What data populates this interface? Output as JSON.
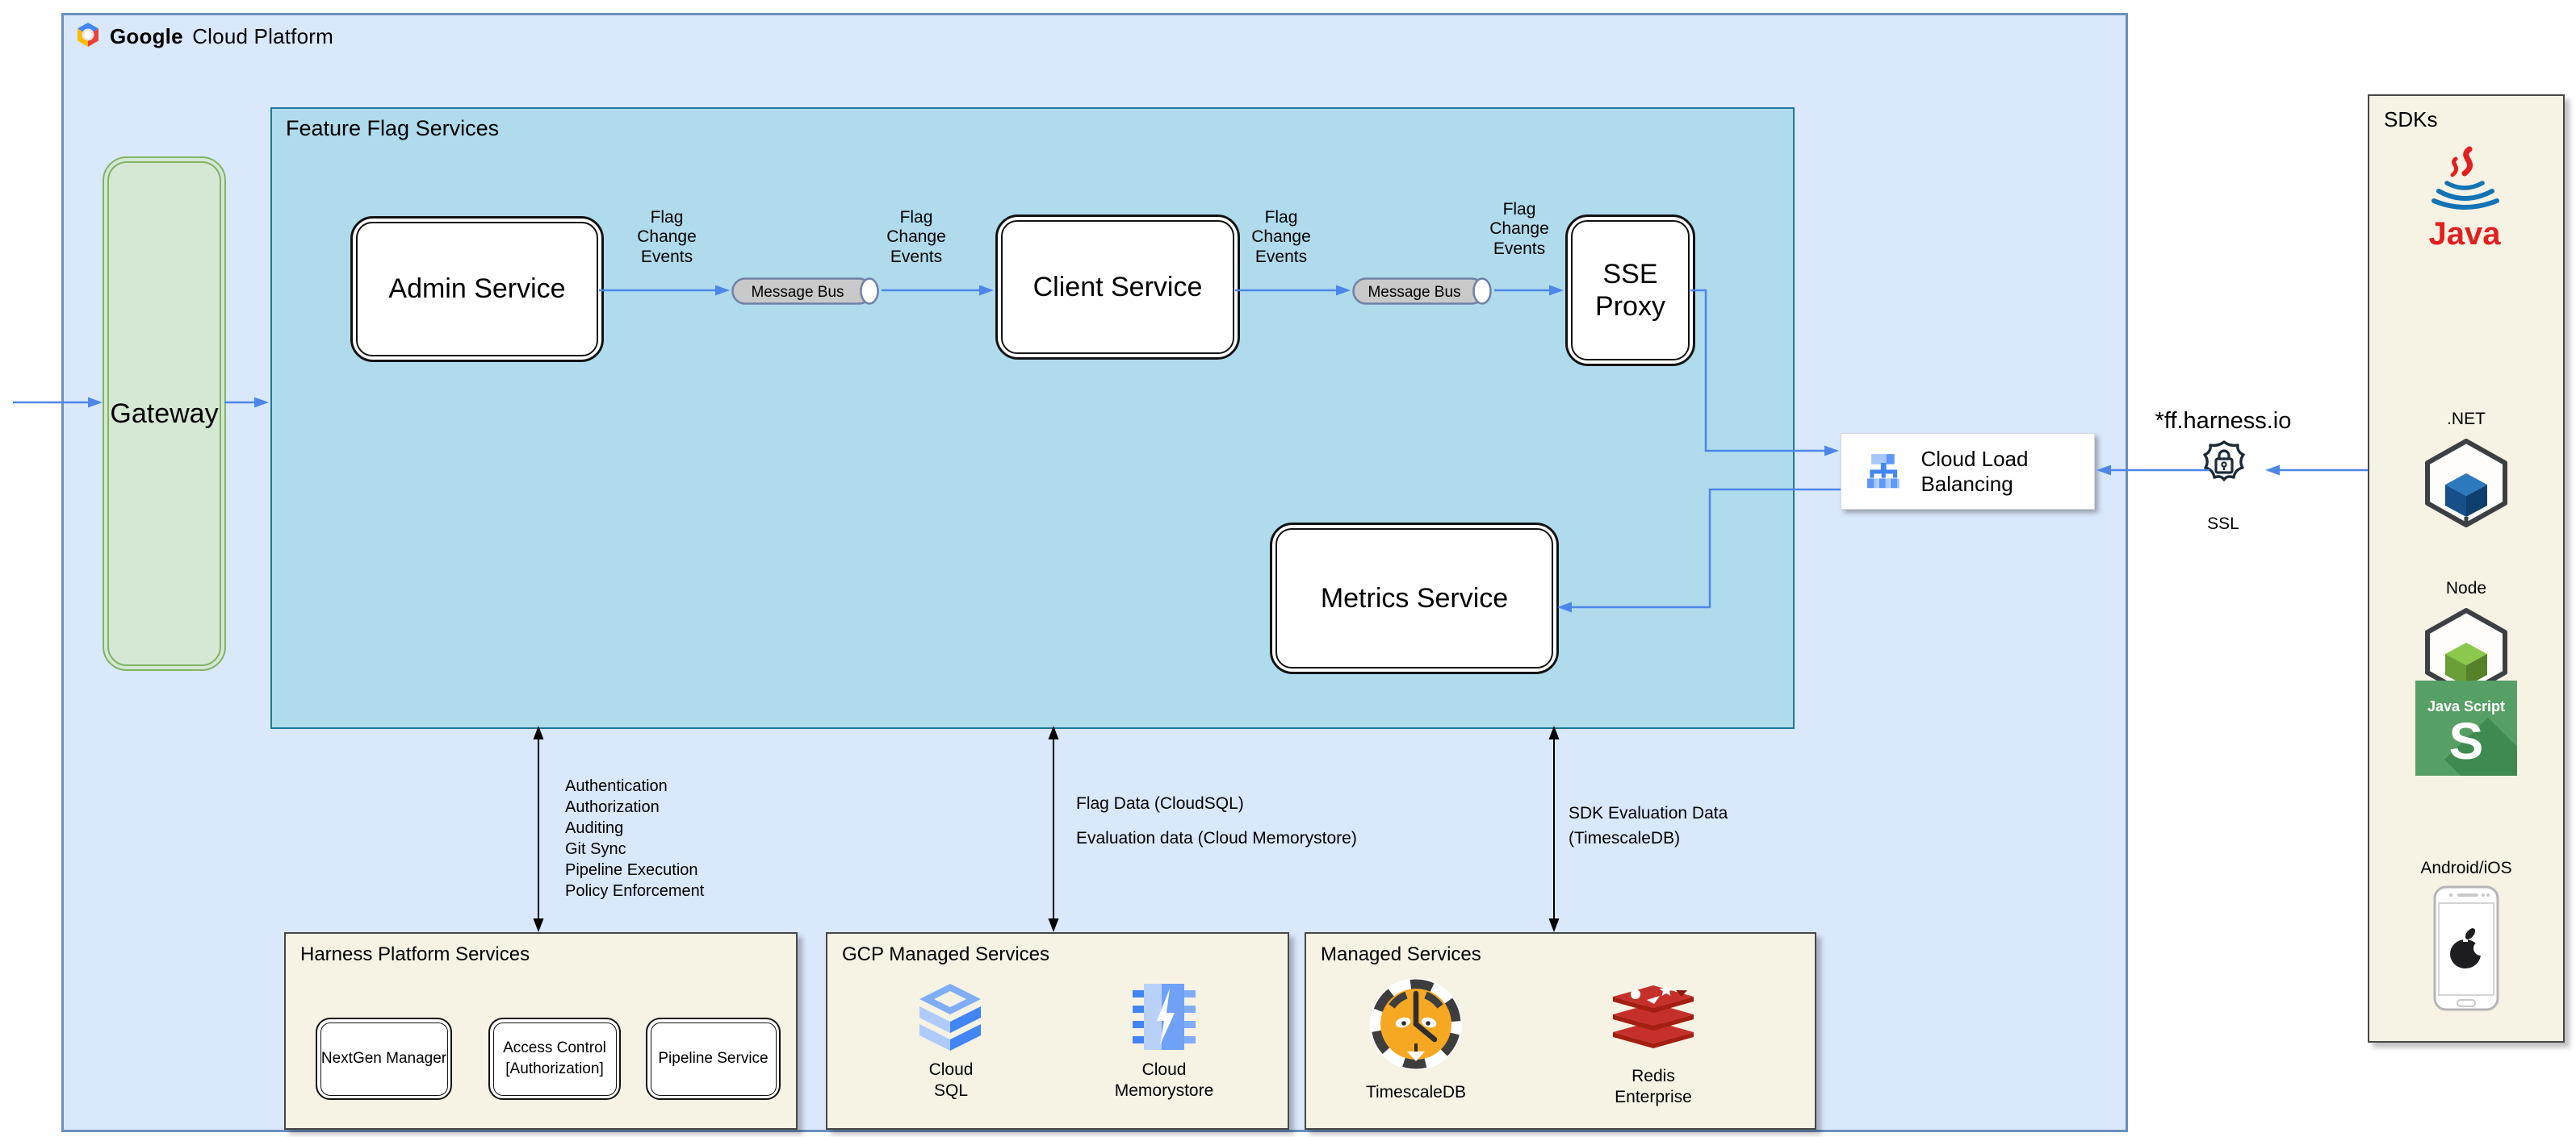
{
  "header": {
    "brand_bold": "Google",
    "brand_rest": "Cloud Platform"
  },
  "gateway_label": "Gateway",
  "ffs": {
    "title": "Feature Flag Services",
    "admin": "Admin Service",
    "client": "Client Service",
    "sse": "SSE\nProxy",
    "metrics": "Metrics Service",
    "bus": "Message Bus",
    "flag_events": "Flag\nChange\nEvents"
  },
  "clb_label": "Cloud Load Balancing",
  "ssl": {
    "domain": "*ff.harness.io",
    "label": "SSL"
  },
  "sdks": {
    "title": "SDKs",
    "java": "Java",
    "dotnet": ".NET",
    "node": "Node",
    "js_line1": "Java Script",
    "js_s": "S",
    "mobile": "Android/iOS"
  },
  "harness": {
    "title": "Harness Platform Services",
    "boxes": [
      "NextGen Manager",
      "Access Control\n[Authorization]",
      "Pipeline Service"
    ]
  },
  "gcp_managed": {
    "title": "GCP Managed Services",
    "sql": "Cloud\nSQL",
    "memorystore": "Cloud\nMemorystore"
  },
  "managed": {
    "title": "Managed Services",
    "timescale": "TimescaleDB",
    "redis": "Redis\nEnterprise"
  },
  "annotations": {
    "capabilities": "Authentication\nAuthorization\nAuditing\nGit Sync\nPipeline Execution\nPolicy Enforcement",
    "flag_data": "Flag Data (CloudSQL)",
    "evaluation_data": "Evaluation data (Cloud Memorystore)",
    "sdk_evaluation": "SDK Evaluation Data\n(TimescaleDB)"
  },
  "colors": {
    "arrow_blue": "#4d86e8",
    "gcp_fill": "#dae8fc",
    "gcp_border": "#6c8ebf",
    "ffs_fill": "#afdbec",
    "ffs_border": "#1a7a9d",
    "gateway_fill": "#d5e8d4",
    "gateway_border": "#82b366",
    "cream_fill": "#f6f2e4",
    "redis_red": "#c6302b",
    "tiger_orange": "#f6a823"
  }
}
